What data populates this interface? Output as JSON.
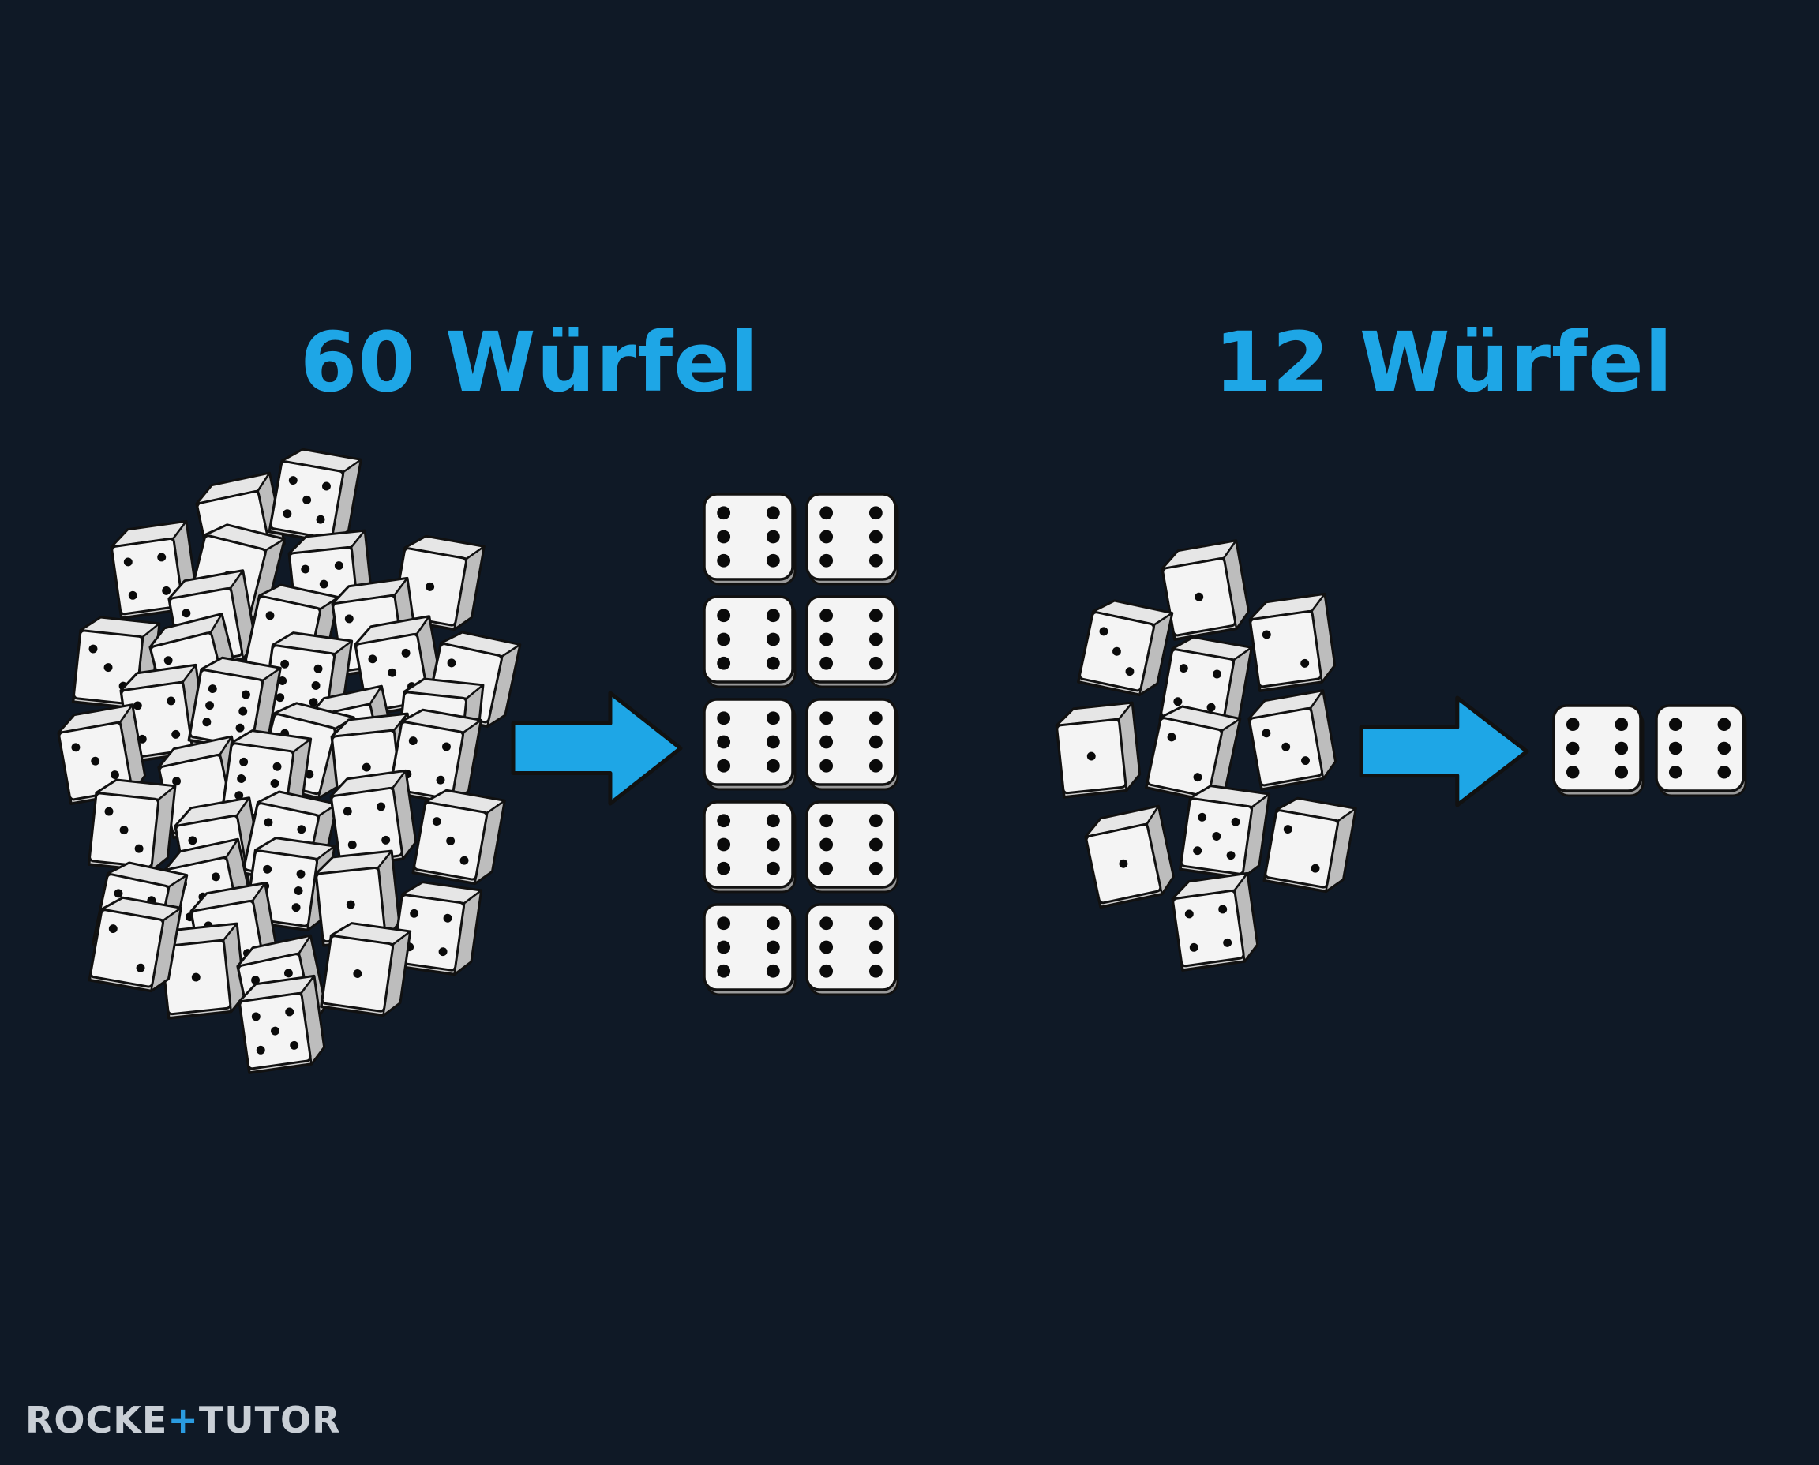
{
  "left_panel": {
    "title": "60 Würfel",
    "loose_dice_faces": [
      1,
      5,
      4,
      1,
      5,
      1,
      3,
      2,
      2,
      3,
      2,
      6,
      5,
      2,
      4,
      6,
      4,
      1,
      3,
      3,
      1,
      4,
      2,
      6,
      3,
      2,
      5,
      4,
      3,
      5,
      6,
      1,
      5,
      2,
      4,
      1,
      2,
      4,
      1,
      5
    ],
    "stacked_dice_count": 10,
    "stacked_dice_face": 6
  },
  "right_panel": {
    "title": "12 Würfel",
    "loose_dice_faces": [
      1,
      3,
      2,
      4,
      1,
      2,
      3,
      5,
      1,
      2,
      4
    ],
    "stacked_dice_count": 2,
    "stacked_dice_face": 6
  },
  "colors": {
    "background": "#0f1926",
    "accent": "#1ea6e6",
    "die_face": "#f4f4f4",
    "die_pip": "#0a0a0a"
  },
  "logo": {
    "text_part1": "ROCKE",
    "text_accent": "+",
    "text_part2": "TUTOR"
  }
}
